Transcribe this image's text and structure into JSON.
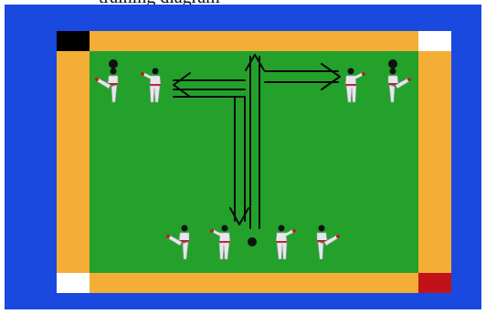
{
  "caption": "training diagram",
  "colors": {
    "background_blue": "#1a49e0",
    "mat_border": "#f5ae35",
    "mat_green": "#23a12b",
    "corner_top_left": "#000000",
    "corner_top_right": "#ffffff",
    "corner_bottom_left": "#ffffff",
    "corner_bottom_right": "#c1121a",
    "arrow": "#0a0a0a",
    "uniform": "#e6e6ec",
    "belt": "#b8202a",
    "hair": "#111111"
  },
  "figures": {
    "groups": [
      {
        "name": "top-left-pair",
        "note": "two athletes facing each other with round marker"
      },
      {
        "name": "top-right-pair",
        "note": "two athletes facing each other with round marker"
      },
      {
        "name": "bottom-pair",
        "note": "two athletes facing each other with round marker between"
      }
    ]
  },
  "arrows": [
    {
      "name": "arrow-to-top-left",
      "direction": "left"
    },
    {
      "name": "arrow-up",
      "direction": "up"
    },
    {
      "name": "arrow-to-top-right",
      "direction": "right"
    },
    {
      "name": "arrow-down",
      "direction": "down"
    }
  ]
}
